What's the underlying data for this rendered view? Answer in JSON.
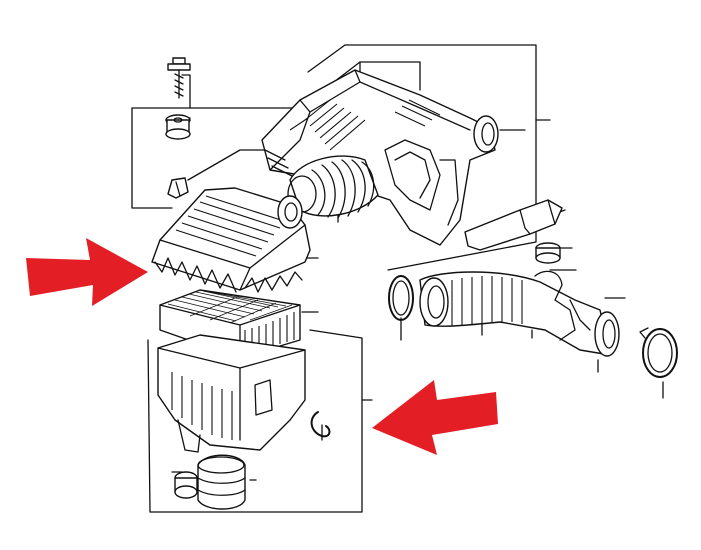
{
  "diagram": {
    "kind": "exploded-parts-view",
    "colors": {
      "line": "#111111",
      "background": "#ffffff",
      "arrow": "#e31e24"
    },
    "icons": [
      "right-arrow-icon",
      "left-arrow-icon"
    ],
    "parts": [
      "bolt",
      "grommet-upper",
      "grommet-clip",
      "resonator-chamber",
      "intake-duct",
      "air-cleaner-cover",
      "air-filter-element",
      "air-cleaner-case",
      "case-mount-grommet",
      "intake-boot",
      "case-clip",
      "duct-seal-ring",
      "intake-hose",
      "hose-band",
      "hose-clamp",
      "vent-pipe"
    ]
  }
}
